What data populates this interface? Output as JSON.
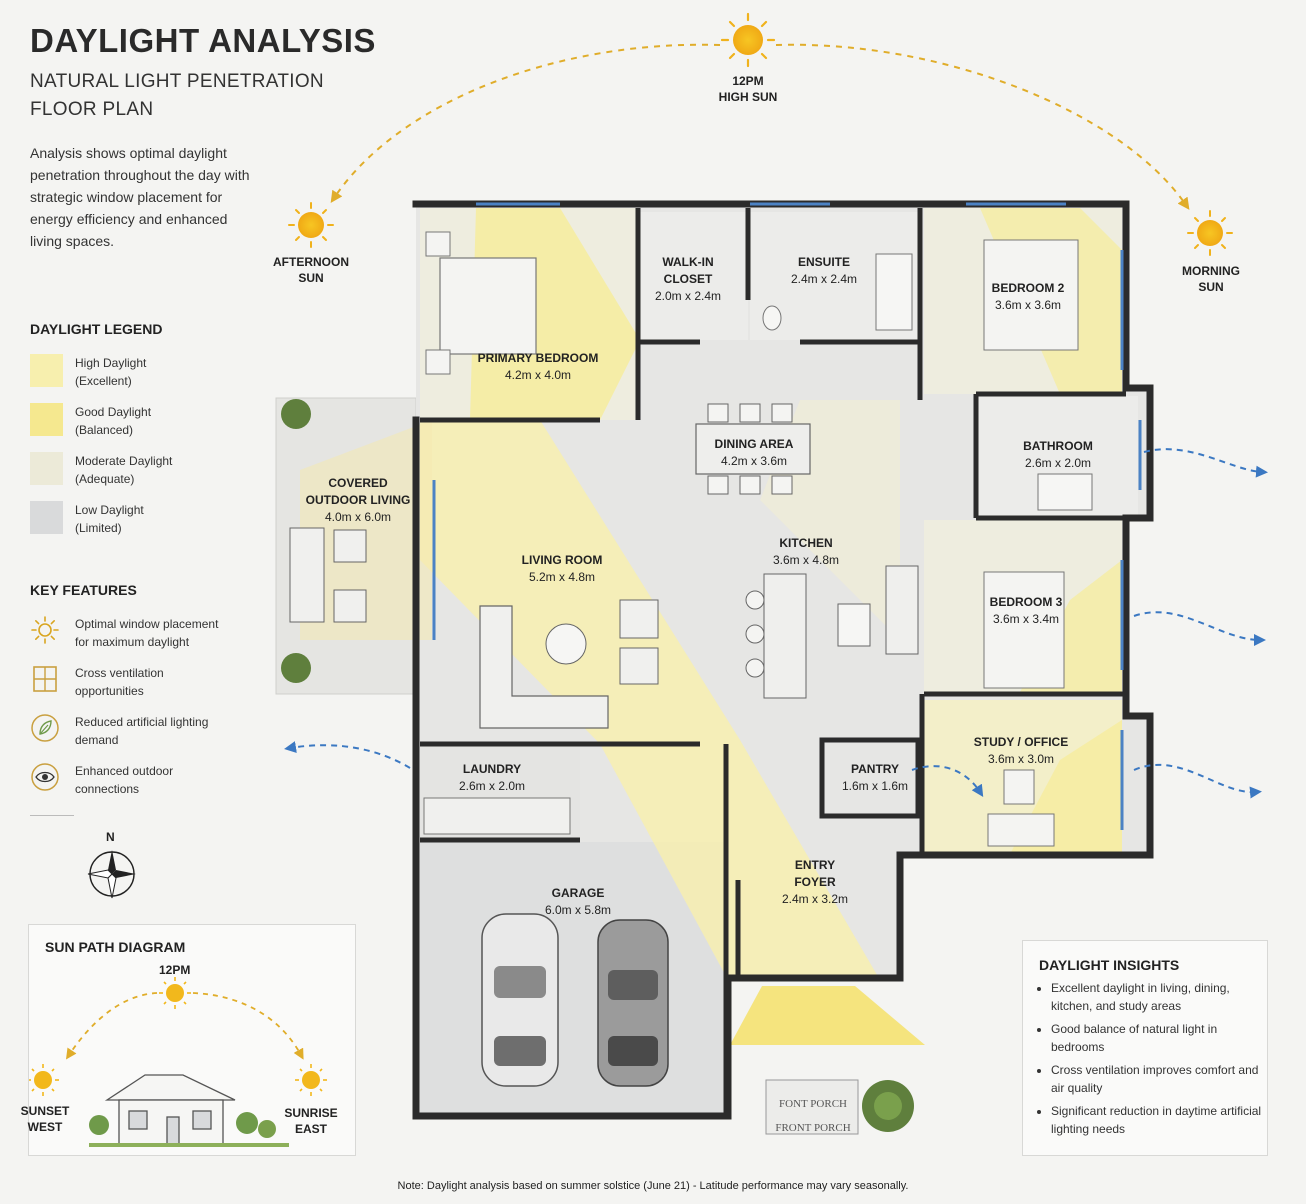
{
  "header": {
    "title": "DAYLIGHT ANALYSIS",
    "subtitle_line1": "NATURAL LIGHT PENETRATION",
    "subtitle_line2": "FLOOR PLAN",
    "description": "Analysis shows optimal daylight penetration throughout the day with strategic window placement for energy efficiency and enhanced living spaces."
  },
  "colors": {
    "high": "#f7efae",
    "good": "#f5e88f",
    "moderate": "#ecead8",
    "low": "#d9dadb",
    "sun": "#f2b81c",
    "arrow": "#3b78c2",
    "wall": "#2b2b2b"
  },
  "legend": {
    "title": "DAYLIGHT LEGEND",
    "items": [
      {
        "line1": "High Daylight",
        "line2": "(Excellent)"
      },
      {
        "line1": "Good Daylight",
        "line2": "(Balanced)"
      },
      {
        "line1": "Moderate Daylight",
        "line2": "(Adequate)"
      },
      {
        "line1": "Low Daylight",
        "line2": "(Limited)"
      }
    ]
  },
  "features": {
    "title": "KEY FEATURES",
    "items": [
      {
        "icon": "sun-icon",
        "line1": "Optimal window placement",
        "line2": "for maximum daylight"
      },
      {
        "icon": "window-icon",
        "line1": "Cross ventilation",
        "line2": "opportunities"
      },
      {
        "icon": "leaf-icon",
        "line1": "Reduced artificial lighting",
        "line2": "demand"
      },
      {
        "icon": "eye-icon",
        "line1": "Enhanced outdoor",
        "line2": "connections"
      }
    ]
  },
  "compass": {
    "north": "N"
  },
  "sun_labels": {
    "noon_line1": "12PM",
    "noon_line2": "HIGH SUN",
    "afternoon_line1": "AFTERNOON",
    "afternoon_line2": "SUN",
    "morning_line1": "MORNING",
    "morning_line2": "SUN"
  },
  "rooms": {
    "primary_bedroom": {
      "name": "PRIMARY BEDROOM",
      "size": "4.2m x 4.0m"
    },
    "walk_in": {
      "name1": "WALK-IN",
      "name2": "CLOSET",
      "size": "2.0m x 2.4m"
    },
    "ensuite": {
      "name": "ENSUITE",
      "size": "2.4m x 2.4m"
    },
    "bedroom2": {
      "name": "BEDROOM 2",
      "size": "3.6m x 3.6m"
    },
    "dining": {
      "name": "DINING AREA",
      "size": "4.2m x 3.6m"
    },
    "bathroom": {
      "name": "BATHROOM",
      "size": "2.6m x 2.0m"
    },
    "outdoor": {
      "name1": "COVERED",
      "name2": "OUTDOOR LIVING",
      "size": "4.0m x 6.0m"
    },
    "living": {
      "name": "LIVING ROOM",
      "size": "5.2m x 4.8m"
    },
    "kitchen": {
      "name": "KITCHEN",
      "size": "3.6m x 4.8m"
    },
    "bedroom3": {
      "name": "BEDROOM 3",
      "size": "3.6m x 3.4m"
    },
    "study": {
      "name": "STUDY / OFFICE",
      "size": "3.6m x 3.0m"
    },
    "laundry": {
      "name": "LAUNDRY",
      "size": "2.6m x 2.0m"
    },
    "pantry": {
      "name": "PANTRY",
      "size": "1.6m x 1.6m"
    },
    "foyer": {
      "name1": "ENTRY",
      "name2": "FOYER",
      "size": "2.4m x 3.2m"
    },
    "garage": {
      "name": "GARAGE",
      "size": "6.0m x 5.8m"
    },
    "porch_sign1": "FONT PORCH",
    "porch_sign2": "FRONT PORCH"
  },
  "sun_path": {
    "title": "SUN PATH DIAGRAM",
    "noon": "12PM",
    "sunset_line1": "SUNSET",
    "sunset_line2": "WEST",
    "sunrise_line1": "SUNRISE",
    "sunrise_line2": "EAST"
  },
  "insights": {
    "title": "DAYLIGHT INSIGHTS",
    "items": [
      "Excellent daylight in living, dining, kitchen, and study areas",
      "Good balance of natural light in bedrooms",
      "Cross ventilation improves comfort and air quality",
      "Significant reduction in daytime artificial lighting needs"
    ]
  },
  "note": "Note: Daylight analysis based on summer solstice (June 21) - Latitude performance may vary seasonally."
}
